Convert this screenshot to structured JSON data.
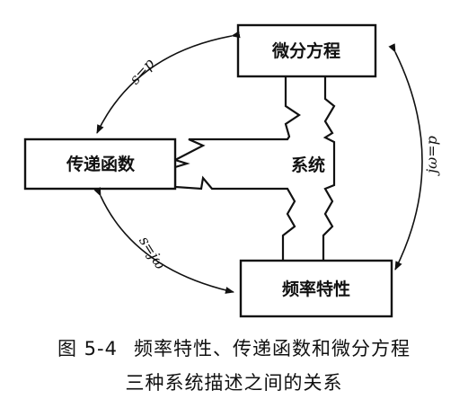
{
  "diagram": {
    "boxes": {
      "top": "微分方程",
      "left": "传递函数",
      "bottom": "频率特性",
      "center": "系统"
    },
    "arrows": {
      "top_left": "s=p",
      "right": "jω=p",
      "bottom_left": "s=jω"
    }
  },
  "caption": {
    "figure_number": "图 5-4",
    "line1": "频率特性、传递函数和微分方程",
    "line2": "三种系统描述之间的关系"
  }
}
